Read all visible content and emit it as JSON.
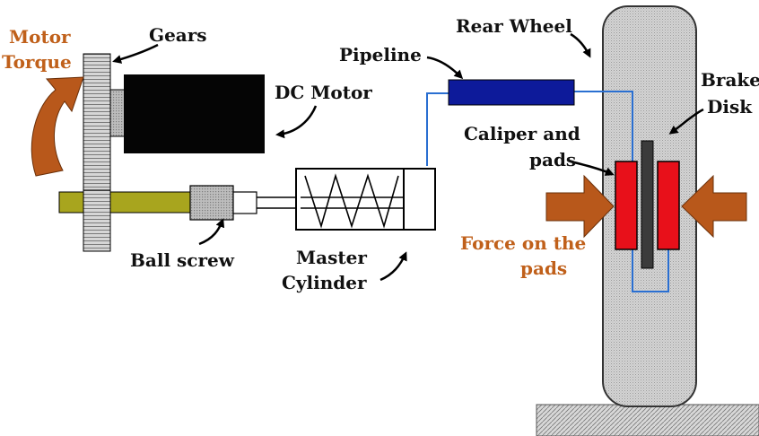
{
  "labels": {
    "motor_torque_line1": "Motor",
    "motor_torque_line2": "Torque",
    "gears": "Gears",
    "dc_motor": "DC Motor",
    "ball_screw": "Ball screw",
    "master_cylinder_line1": "Master",
    "master_cylinder_line2": "Cylinder",
    "pipeline": "Pipeline",
    "rear_wheel": "Rear Wheel",
    "brake_disk_line1": "Brake",
    "brake_disk_line2": "Disk",
    "caliper_line1": "Caliper and",
    "caliper_line2": "pads",
    "force_line1": "Force on the",
    "force_line2": "pads"
  },
  "colors": {
    "highlight_text": "#c0601a",
    "torque_arrow": "#b8581b",
    "force_arrow": "#b8581b",
    "pipeline_body": "#0d1a9a",
    "hydraulic_line": "#2a6fd1",
    "brake_pad": "#e8101a",
    "brake_disk": "#3b3b3b",
    "screw_shaft": "#a8a51e",
    "gear": "#cfcfcf",
    "motor": "#050505",
    "wheel": "#d0d0d0"
  }
}
